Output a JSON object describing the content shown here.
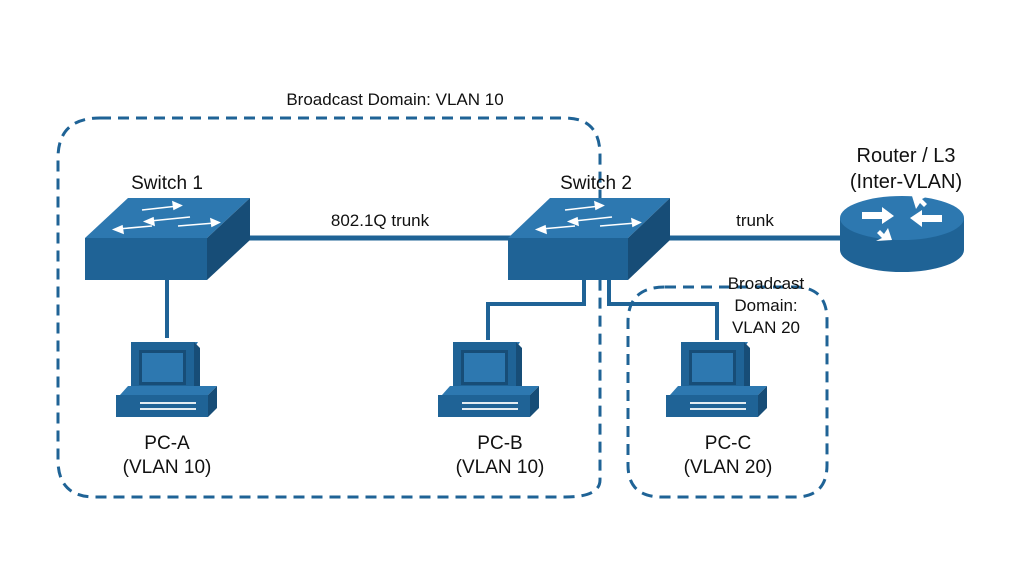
{
  "domains": {
    "vlan10_label": "Broadcast Domain: VLAN 10",
    "vlan20_label_line1": "Broadcast",
    "vlan20_label_line2": "Domain:",
    "vlan20_label_line3": "VLAN 20"
  },
  "devices": {
    "switch1": "Switch 1",
    "switch2": "Switch 2",
    "router_line1": "Router / L3",
    "router_line2": "(Inter-VLAN)",
    "pc_a_name": "PC-A",
    "pc_a_vlan": "(VLAN 10)",
    "pc_b_name": "PC-B",
    "pc_b_vlan": "(VLAN 10)",
    "pc_c_name": "PC-C",
    "pc_c_vlan": "(VLAN 20)"
  },
  "links": {
    "trunk_8021q": "802.1Q trunk",
    "trunk": "trunk"
  },
  "colors": {
    "primary": "#1f6396",
    "dark": "#174d77",
    "light": "#2d78b0",
    "text": "#111111"
  }
}
